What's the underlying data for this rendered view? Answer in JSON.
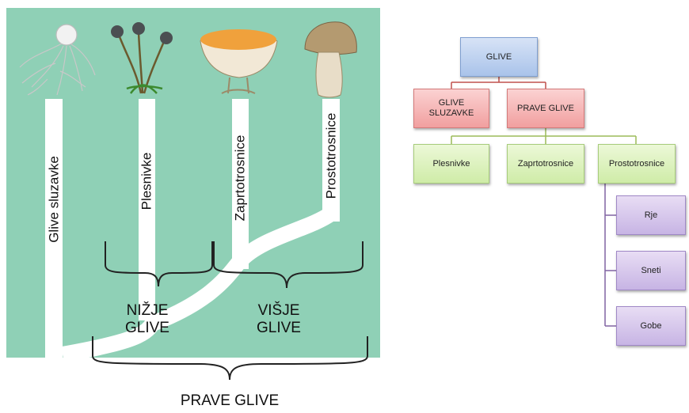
{
  "tree": {
    "branches": [
      {
        "name": "Glive sluzavke"
      },
      {
        "name": "Plesnivke"
      },
      {
        "name": "Zaprtotrosnice"
      },
      {
        "name": "Prostotrosnice"
      }
    ],
    "groups": {
      "lower": "NIŽJE\nGLIVE",
      "higher": "VIŠJE\nGLIVE",
      "true_fungi": "PRAVE GLIVE"
    },
    "colors": {
      "background": "#8fd0b6",
      "branch": "#ffffff",
      "bracket": "#222222"
    }
  },
  "org_chart": {
    "root": "GLIVE",
    "level1": [
      "GLIVE\nSLUZAVKE",
      "PRAVE GLIVE"
    ],
    "level2": [
      "Plesnivke",
      "Zaprtotrosnice",
      "Prostotrosnice"
    ],
    "level3": [
      "Rje",
      "Sneti",
      "Gobe"
    ],
    "colors": {
      "root": "#a9c3ea",
      "level1": "#f19f9f",
      "level2": "#cfeca8",
      "level3": "#c7b4e4",
      "connector_red": "#c0504d",
      "connector_green": "#9bbb59",
      "connector_purple": "#8064a2"
    }
  }
}
